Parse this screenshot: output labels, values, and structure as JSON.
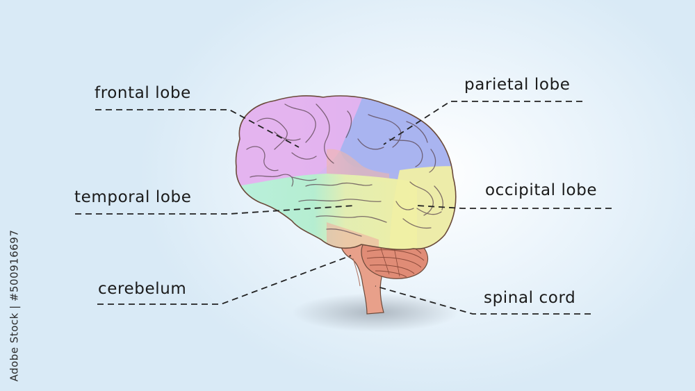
{
  "labels": {
    "frontal": "frontal lobe",
    "parietal": "parietal lobe",
    "temporal": "temporal lobe",
    "occipital": "occipital lobe",
    "cerebellum": "cerebelum",
    "spinal": "spinal cord"
  },
  "watermark": "Adobe Stock | #500916697",
  "colors": {
    "frontal": "#e3b3ef",
    "parietal": "#a9b3ee",
    "temporal": "#b4f0d6",
    "occipital": "#eef0a6",
    "cerebellum": "#e3927c",
    "brainstem": "#e8a58c",
    "outline": "#6a4a3a",
    "leader": "#222222"
  }
}
